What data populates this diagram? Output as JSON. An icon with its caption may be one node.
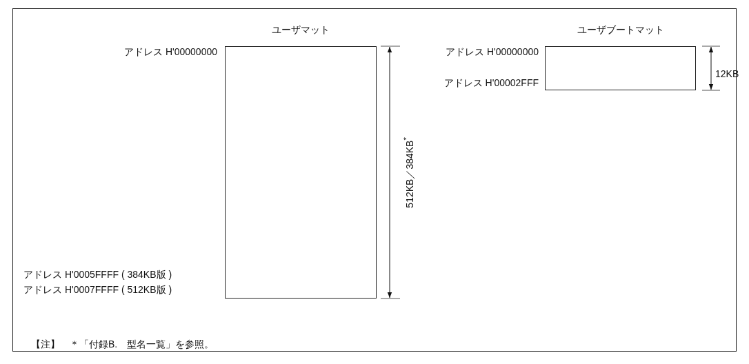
{
  "diagram": {
    "nodes": [
      {
        "text": [
          "ユーザマット"
        ]
      },
      {
        "text": [
          "ユーザブートマット"
        ]
      }
    ],
    "edges": [],
    "labels": [
      "アドレス H'00000000",
      "アドレス H'00000000",
      "12KB",
      "アドレス H'00002FFF",
      "512KB／384KB$^{*}$",
      "アドレス H'0005FFFF ( 384KB版 )",
      "アドレス H'0007FFFF ( 512KB版 )",
      "【注】　＊「付録B.　型名一覧」を参照。"
    ]
  }
}
